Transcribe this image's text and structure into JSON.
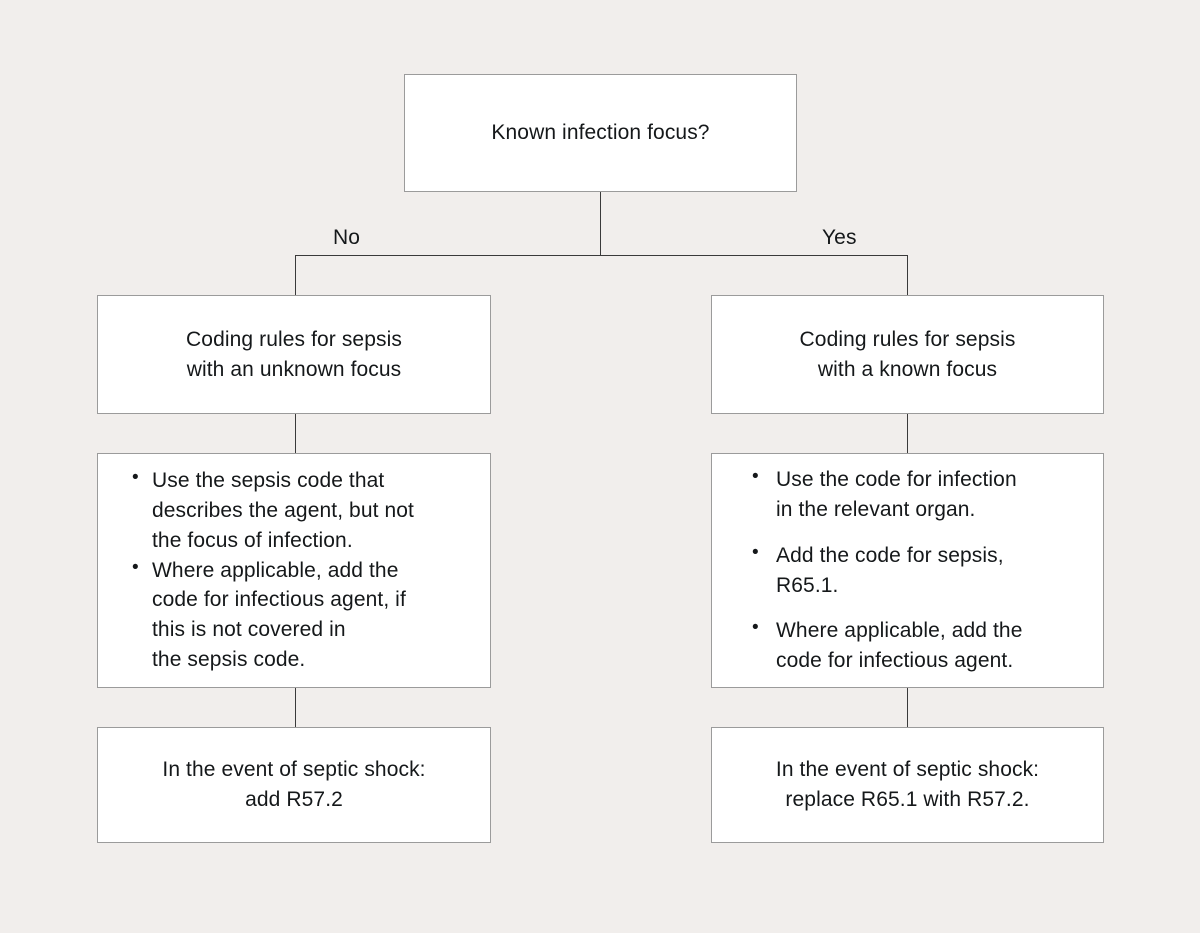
{
  "diagram": {
    "title": "Sepsis coding decision flowchart",
    "background_color": "#f1eeec",
    "box_fill_color": "#ffffff",
    "box_border_color": "#9b9b9b",
    "line_color": "#3a3a3a",
    "text_color": "#15181a"
  },
  "root": {
    "question": "Known infection focus?"
  },
  "edges": {
    "no_label": "No",
    "yes_label": "Yes"
  },
  "left_branch": {
    "header": {
      "line1": "Coding rules for sepsis",
      "line2": "with an unknown focus"
    },
    "bullets": [
      {
        "lines": [
          "Use the sepsis code that",
          "describes the agent, but not",
          "the focus of infection."
        ]
      },
      {
        "lines": [
          "Where applicable, add the",
          "code for infectious agent, if",
          "this is not covered in",
          "the sepsis code."
        ]
      }
    ],
    "outcome": {
      "line1": "In the event of septic shock:",
      "line2": "add R57.2"
    }
  },
  "right_branch": {
    "header": {
      "line1": "Coding rules for sepsis",
      "line2": "with a known focus"
    },
    "bullets": [
      {
        "lines": [
          "Use the code for infection",
          "in the relevant organ."
        ]
      },
      {
        "lines": [
          "Add the code for sepsis,",
          "R65.1."
        ]
      },
      {
        "lines": [
          "Where applicable, add the",
          "code for infectious agent."
        ]
      }
    ],
    "outcome": {
      "line1": "In the event of septic shock:",
      "line2": "replace R65.1 with R57.2."
    }
  }
}
